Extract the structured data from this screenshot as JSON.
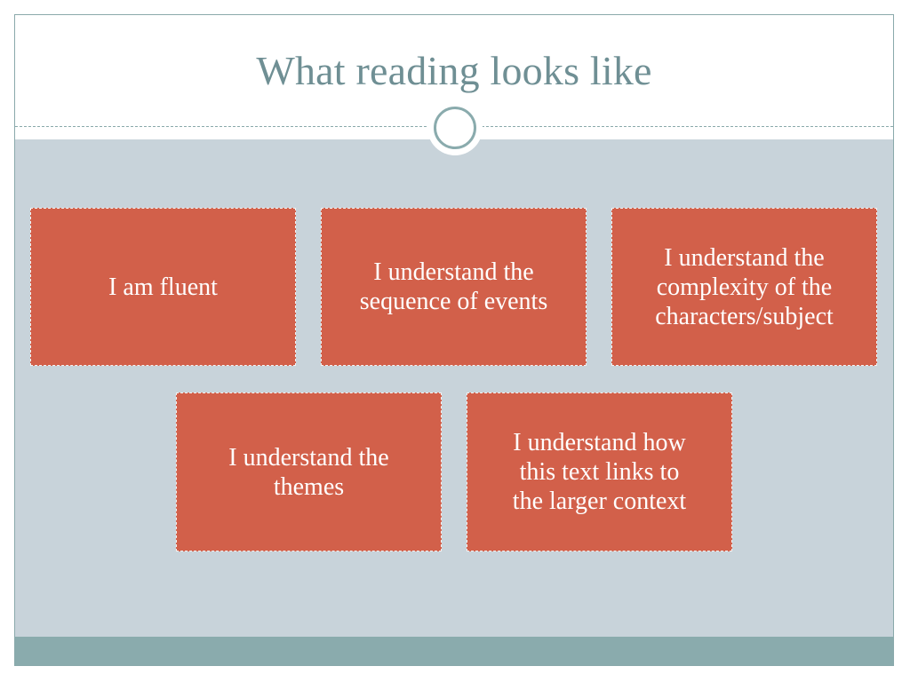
{
  "slide": {
    "title": "What reading looks like",
    "boxes": [
      {
        "text": "I am fluent"
      },
      {
        "text": "I understand the\nsequence of events"
      },
      {
        "text": "I understand the\ncomplexity of the\ncharacters/subject"
      },
      {
        "text": "I understand the\nthemes"
      },
      {
        "text": "I understand how\nthis text links to\nthe larger context"
      }
    ]
  },
  "colors": {
    "title": "#6f8f94",
    "box_fill": "#d2604a",
    "body_background": "#c8d3da",
    "footer_band": "#8aabad"
  }
}
